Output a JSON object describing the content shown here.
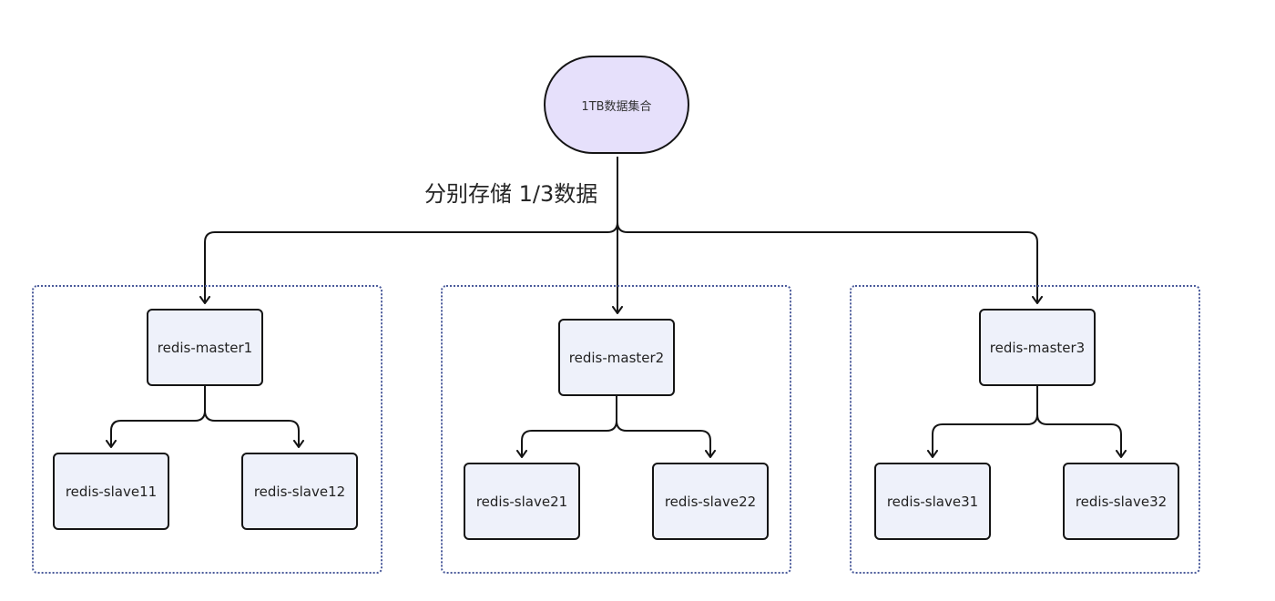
{
  "root": {
    "label": "1TB数据集合"
  },
  "edge_label": "分别存储 1/3数据",
  "clusters": [
    {
      "master": "redis-master1",
      "slaves": [
        "redis-slave11",
        "redis-slave12"
      ]
    },
    {
      "master": "redis-master2",
      "slaves": [
        "redis-slave21",
        "redis-slave22"
      ]
    },
    {
      "master": "redis-master3",
      "slaves": [
        "redis-slave31",
        "redis-slave32"
      ]
    }
  ],
  "colors": {
    "root_fill": "#e6e0fb",
    "node_fill": "#eef1fa",
    "stroke": "#141414",
    "group_border": "#4a5a9a"
  }
}
